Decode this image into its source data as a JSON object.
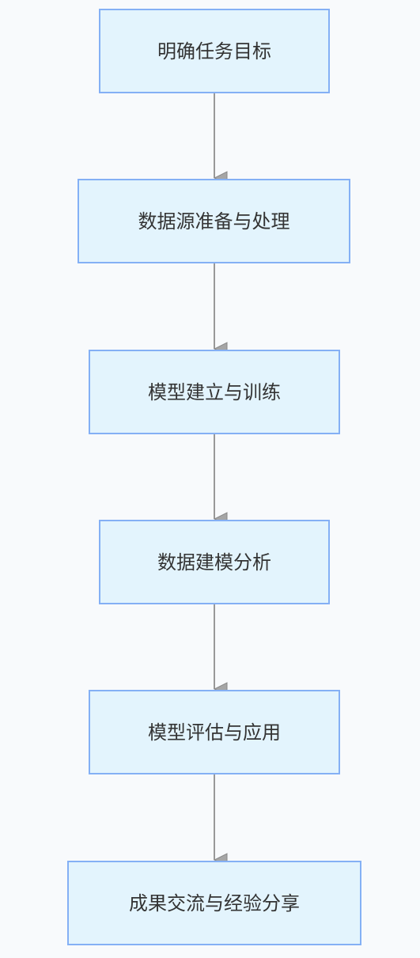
{
  "flowchart": {
    "nodes": [
      {
        "label": "明确任务目标"
      },
      {
        "label": "数据源准备与处理"
      },
      {
        "label": "模型建立与训练"
      },
      {
        "label": "数据建模分析"
      },
      {
        "label": "模型评估与应用"
      },
      {
        "label": "成果交流与经验分享"
      }
    ]
  },
  "colors": {
    "background": "#f8fafc",
    "node_fill": "#e3f4fd",
    "node_border": "#84b0f5",
    "arrow": "#999999",
    "text": "#333333"
  }
}
